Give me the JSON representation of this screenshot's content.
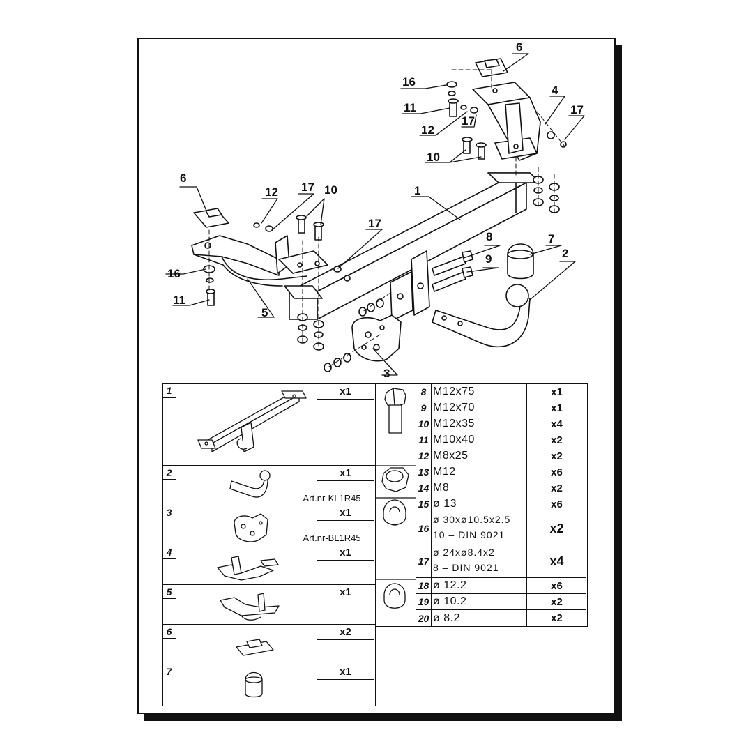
{
  "callouts": {
    "c1": "1",
    "c2": "2",
    "c3": "3",
    "c4": "4",
    "c5": "5",
    "c6a": "6",
    "c6b": "6",
    "c7": "7",
    "c8": "8",
    "c9": "9",
    "c10a": "10",
    "c10b": "10",
    "c11a": "11",
    "c11b": "11",
    "c12a": "12",
    "c12b": "12",
    "c16a": "16",
    "c16b": "16",
    "c17a": "17",
    "c17b": "17",
    "c17c": "17",
    "c17d": "17"
  },
  "parts": [
    {
      "num": "1",
      "qty": "x1",
      "art": ""
    },
    {
      "num": "2",
      "qty": "x1",
      "art": "Art.nr-KL1R45"
    },
    {
      "num": "3",
      "qty": "x1",
      "art": "Art.nr-BL1R45"
    },
    {
      "num": "4",
      "qty": "x1",
      "art": ""
    },
    {
      "num": "5",
      "qty": "x1",
      "art": ""
    },
    {
      "num": "6",
      "qty": "x2",
      "art": ""
    },
    {
      "num": "7",
      "qty": "x1",
      "art": ""
    }
  ],
  "hardware": [
    {
      "num": "8",
      "spec": "M12x75",
      "qty": "x1"
    },
    {
      "num": "9",
      "spec": "M12x70",
      "qty": "x1"
    },
    {
      "num": "10",
      "spec": "M12x35",
      "qty": "x4"
    },
    {
      "num": "11",
      "spec": "M10x40",
      "qty": "x2"
    },
    {
      "num": "12",
      "spec": "M8x25",
      "qty": "x2"
    },
    {
      "num": "13",
      "spec": "M12",
      "qty": "x6"
    },
    {
      "num": "14",
      "spec": "M8",
      "qty": "x2"
    },
    {
      "num": "15",
      "spec": "ø 13",
      "qty": "x6"
    },
    {
      "num": "16",
      "spec": "ø 30xø10.5x2.5",
      "spec2": "10 – DIN 9021",
      "qty": "x2"
    },
    {
      "num": "17",
      "spec": "ø 24xø8.4x2",
      "spec2": "8 – DIN 9021",
      "qty": "x4"
    },
    {
      "num": "18",
      "spec": "ø 12.2",
      "qty": "x6"
    },
    {
      "num": "19",
      "spec": "ø 10.2",
      "qty": "x2"
    },
    {
      "num": "20",
      "spec": "ø 8.2",
      "qty": "x2"
    }
  ]
}
